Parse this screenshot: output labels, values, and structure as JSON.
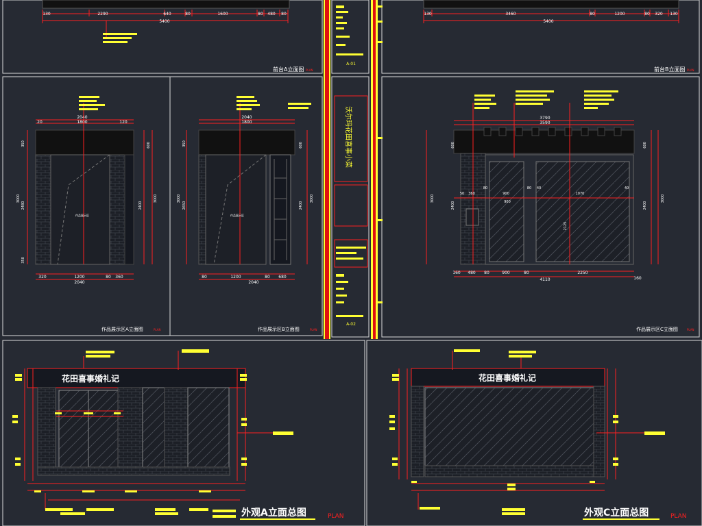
{
  "colors": {
    "background": "#262a33",
    "border": "#ffffff",
    "dimension": "#ff1a1a",
    "annotation": "#ffff33",
    "outline": "#111111"
  },
  "titles": {
    "front_a": "前台A立面图",
    "front_b": "前台B立面图",
    "works_a": "作品展示区A立面图",
    "works_b": "作品展示区B立面图",
    "works_c": "作品展示区C立面图",
    "exterior_a": "外观A立面总图",
    "exterior_c": "外观C立面总图",
    "plan_tag": "PLAN"
  },
  "signs": {
    "shop_name": "花田喜事婚礼记"
  },
  "strips": {
    "middle": "沃尔玛花田喜事小菜",
    "top_code": "A-01",
    "mid_code": "A-02"
  },
  "dims": {
    "top_left": [
      "130",
      "2290",
      "640",
      "80",
      "1600",
      "80",
      "480",
      "80"
    ],
    "top_left_total": "5400",
    "top_right": [
      "130",
      "3460",
      "80",
      "1200",
      "80",
      "320",
      "130"
    ],
    "top_right_total": "5400",
    "works_a_top": "2040",
    "works_a_sub": "1800",
    "works_a_small": [
      "20",
      "120"
    ],
    "works_a_bottom": [
      "320",
      "1200",
      "80",
      "360"
    ],
    "works_a_bottom_total": "2040",
    "works_a_left": [
      "3000",
      "2480",
      "350",
      "350"
    ],
    "works_a_right": [
      "600",
      "2400",
      "3000"
    ],
    "works_b_top": "2040",
    "works_b_sub": "1800",
    "works_b_bottom": [
      "80",
      "1200",
      "80",
      "680"
    ],
    "works_b_bottom_total": "2040",
    "works_b_left": [
      "3000",
      "2650",
      "350"
    ],
    "works_b_right": [
      "600",
      "2400",
      "3000"
    ],
    "works_c_top": "3790",
    "works_c_sub": "3590",
    "works_c_mid": [
      "50",
      "360",
      "80",
      "900",
      "80",
      "40",
      "1070",
      "40"
    ],
    "works_c_bottom": [
      "160",
      "480",
      "80",
      "900",
      "80",
      "2250",
      "160"
    ],
    "works_c_bottom_total": "4110",
    "works_c_left": [
      "3000",
      "600",
      "2400"
    ],
    "works_c_right": [
      "600",
      "2400",
      "3000"
    ],
    "works_c_height": "2125",
    "works_c_center": "900"
  },
  "notes": {
    "works_a_label": "作品展示区",
    "works_b_label": "作品展示区"
  }
}
